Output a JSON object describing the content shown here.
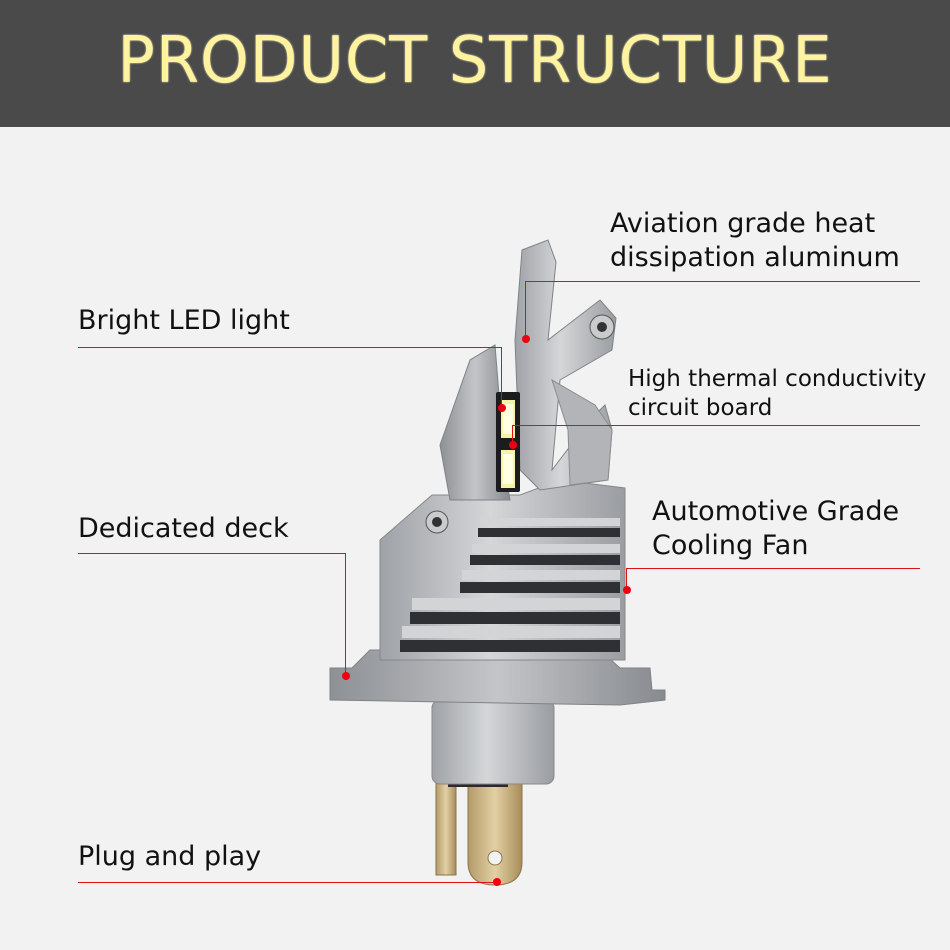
{
  "header": {
    "title": "PRODUCT STRUCTURE"
  },
  "callouts": {
    "aluminum": {
      "line1": "Aviation grade heat",
      "line2": "dissipation aluminum"
    },
    "led": {
      "text": "Bright LED light"
    },
    "board": {
      "line1": "High thermal conductivity",
      "line2": "circuit board"
    },
    "fan": {
      "line1": "Automotive Grade",
      "line2": "Cooling Fan"
    },
    "deck": {
      "text": "Dedicated deck"
    },
    "plug": {
      "text": "Plug and play"
    }
  },
  "colors": {
    "header_bg": "#4a4a4a",
    "title": "#fff3a0",
    "leader_line": "#dd1111",
    "aluminum_body": "#b8babd"
  }
}
